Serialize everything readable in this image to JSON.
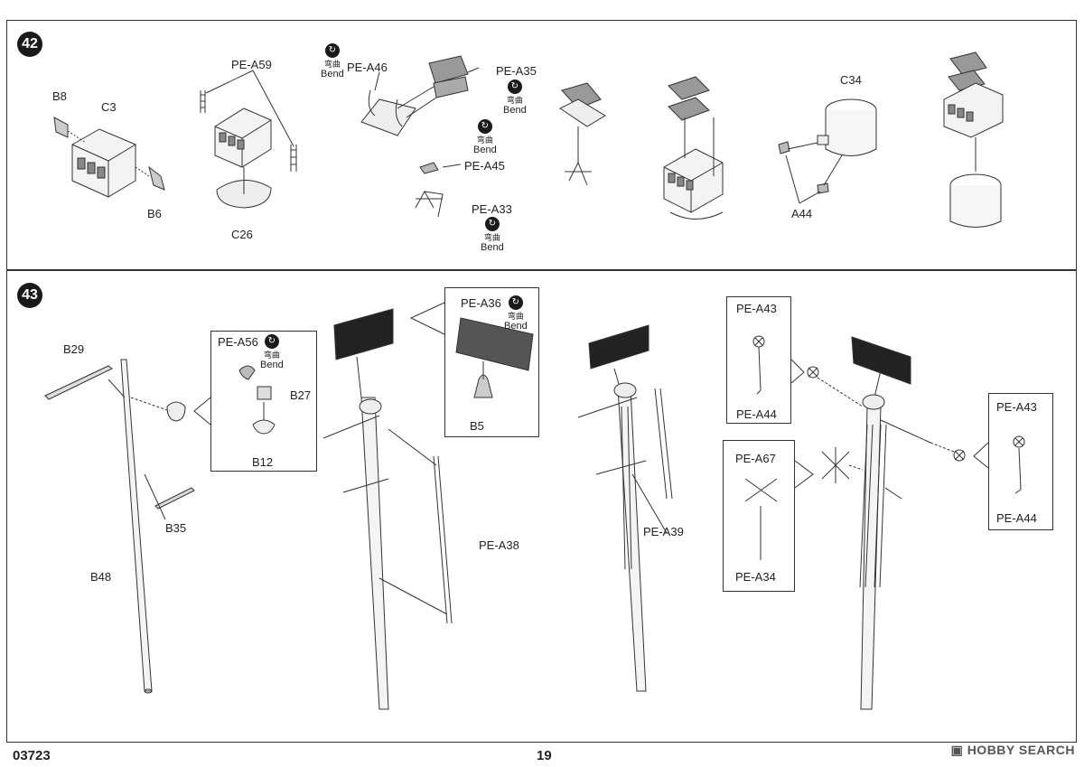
{
  "step42": {
    "number": "42",
    "labels": {
      "b8": "B8",
      "c3": "C3",
      "b6": "B6",
      "pe_a59": "PE-A59",
      "c26": "C26",
      "pe_a46": "PE-A46",
      "pe_a35": "PE-A35",
      "pe_a45": "PE-A45",
      "pe_a33": "PE-A33",
      "c34": "C34",
      "a44": "A44"
    },
    "bend_cn": "弯曲",
    "bend_en": "Bend"
  },
  "step43": {
    "number": "43",
    "labels": {
      "b29": "B29",
      "b35": "B35",
      "b48": "B48",
      "pe_a56": "PE-A56",
      "b27": "B27",
      "b12": "B12",
      "pe_a36": "PE-A36",
      "b5": "B5",
      "pe_a38": "PE-A38",
      "pe_a39": "PE-A39",
      "pe_a43_top": "PE-A43",
      "pe_a44_top": "PE-A44",
      "pe_a67": "PE-A67",
      "pe_a34": "PE-A34",
      "pe_a43_right": "PE-A43",
      "pe_a44_right": "PE-A44"
    },
    "bend_cn": "弯曲",
    "bend_en": "Bend"
  },
  "footer": {
    "code": "03723",
    "page": "19",
    "watermark": "HOBBY SEARCH"
  }
}
